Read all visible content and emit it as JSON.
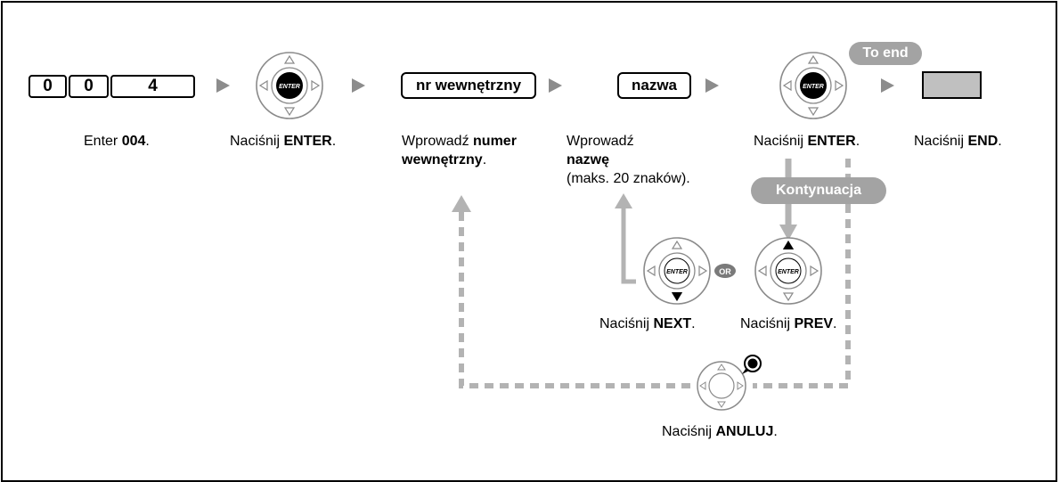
{
  "keys": [
    "0",
    "0",
    "4"
  ],
  "fields": {
    "extension": "nr wewnętrzny",
    "name": "nazwa"
  },
  "pills": {
    "to_end": "To end",
    "continue": "Kontynuacja"
  },
  "enter_glyph": "ENTER",
  "or_glyph": "OR",
  "captions": {
    "step1": {
      "pre": "Enter ",
      "bold": "004",
      "post": "."
    },
    "step2": {
      "pre": "Naciśnij ",
      "bold": "ENTER",
      "post": "."
    },
    "step3": {
      "line1_pre": "Wprowadź ",
      "line1_bold": "numer",
      "line2_bold": "wewnętrzny",
      "line2_post": "."
    },
    "step4": {
      "line1": "Wprowadź",
      "line2_bold": "nazwę",
      "line3": "(maks. 20 znaków)."
    },
    "step5": {
      "pre": "Naciśnij ",
      "bold": "ENTER",
      "post": "."
    },
    "step6": {
      "pre": "Naciśnij ",
      "bold": "END",
      "post": "."
    },
    "next": {
      "pre": "Naciśnij ",
      "bold": "NEXT",
      "post": "."
    },
    "prev": {
      "pre": "Naciśnij ",
      "bold": "PREV",
      "post": "."
    },
    "cancel": {
      "pre": "Naciśnij ",
      "bold": "ANULUJ",
      "post": "."
    }
  },
  "colors": {
    "connector": "#b3b3b3",
    "end_key": "#c0c0c0",
    "pill": "#a3a3a3"
  }
}
